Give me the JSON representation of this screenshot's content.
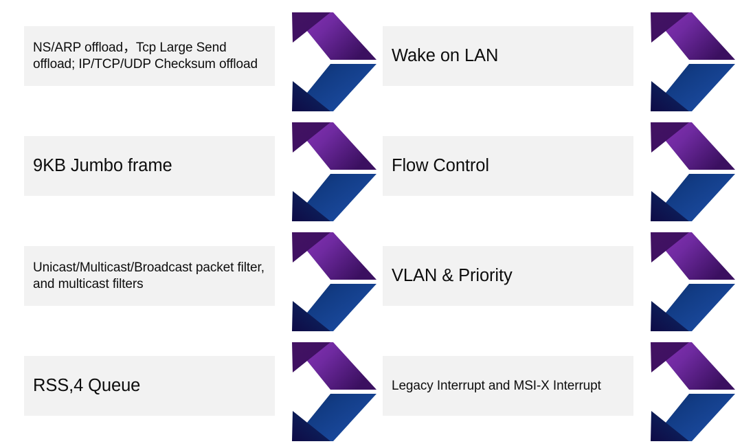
{
  "diagram": {
    "title": "Network controller feature chevrons",
    "type": "chevron-list",
    "columns": 2,
    "rows": 4,
    "colors": {
      "plate_background": "#F2F2F2",
      "text": "#0D0D0D",
      "page_background": "#FFFFFF",
      "arrow_purple_light": "#8B31B8",
      "arrow_purple_mid": "#6F2AA0",
      "arrow_purple_dark": "#3B1060",
      "arrow_purple_fold": "#431263",
      "arrow_blue_light": "#1E4FA8",
      "arrow_blue_mid": "#123C85",
      "arrow_blue_dark": "#0C2C66",
      "arrow_blue_fold": "#0E0B46"
    },
    "items": [
      {
        "id": "ns-arp-offload",
        "column": "left",
        "row": 1,
        "label": "NS/ARP offload，Tcp Large Send offload; IP/TCP/UDP Checksum offload",
        "size": "small",
        "icon": "chevron-arrow-icon"
      },
      {
        "id": "wake-on-lan",
        "column": "right",
        "row": 1,
        "label": "Wake on LAN",
        "size": "big",
        "icon": "chevron-arrow-icon"
      },
      {
        "id": "jumbo-frame",
        "column": "left",
        "row": 2,
        "label": "9KB Jumbo frame",
        "size": "big",
        "icon": "chevron-arrow-icon"
      },
      {
        "id": "flow-control",
        "column": "right",
        "row": 2,
        "label": "Flow Control",
        "size": "big",
        "icon": "chevron-arrow-icon"
      },
      {
        "id": "packet-filter",
        "column": "left",
        "row": 3,
        "label": "Unicast/Multicast/Broadcast packet filter, and multicast filters",
        "size": "small",
        "icon": "chevron-arrow-icon"
      },
      {
        "id": "vlan-priority",
        "column": "right",
        "row": 3,
        "label": "VLAN & Priority",
        "size": "big",
        "icon": "chevron-arrow-icon"
      },
      {
        "id": "rss-4-queue",
        "column": "left",
        "row": 4,
        "label": "RSS,4 Queue",
        "size": "big",
        "icon": "chevron-arrow-icon"
      },
      {
        "id": "interrupts",
        "column": "right",
        "row": 4,
        "label": "Legacy Interrupt and MSI-X Interrupt",
        "size": "small",
        "icon": "chevron-arrow-icon"
      }
    ]
  }
}
